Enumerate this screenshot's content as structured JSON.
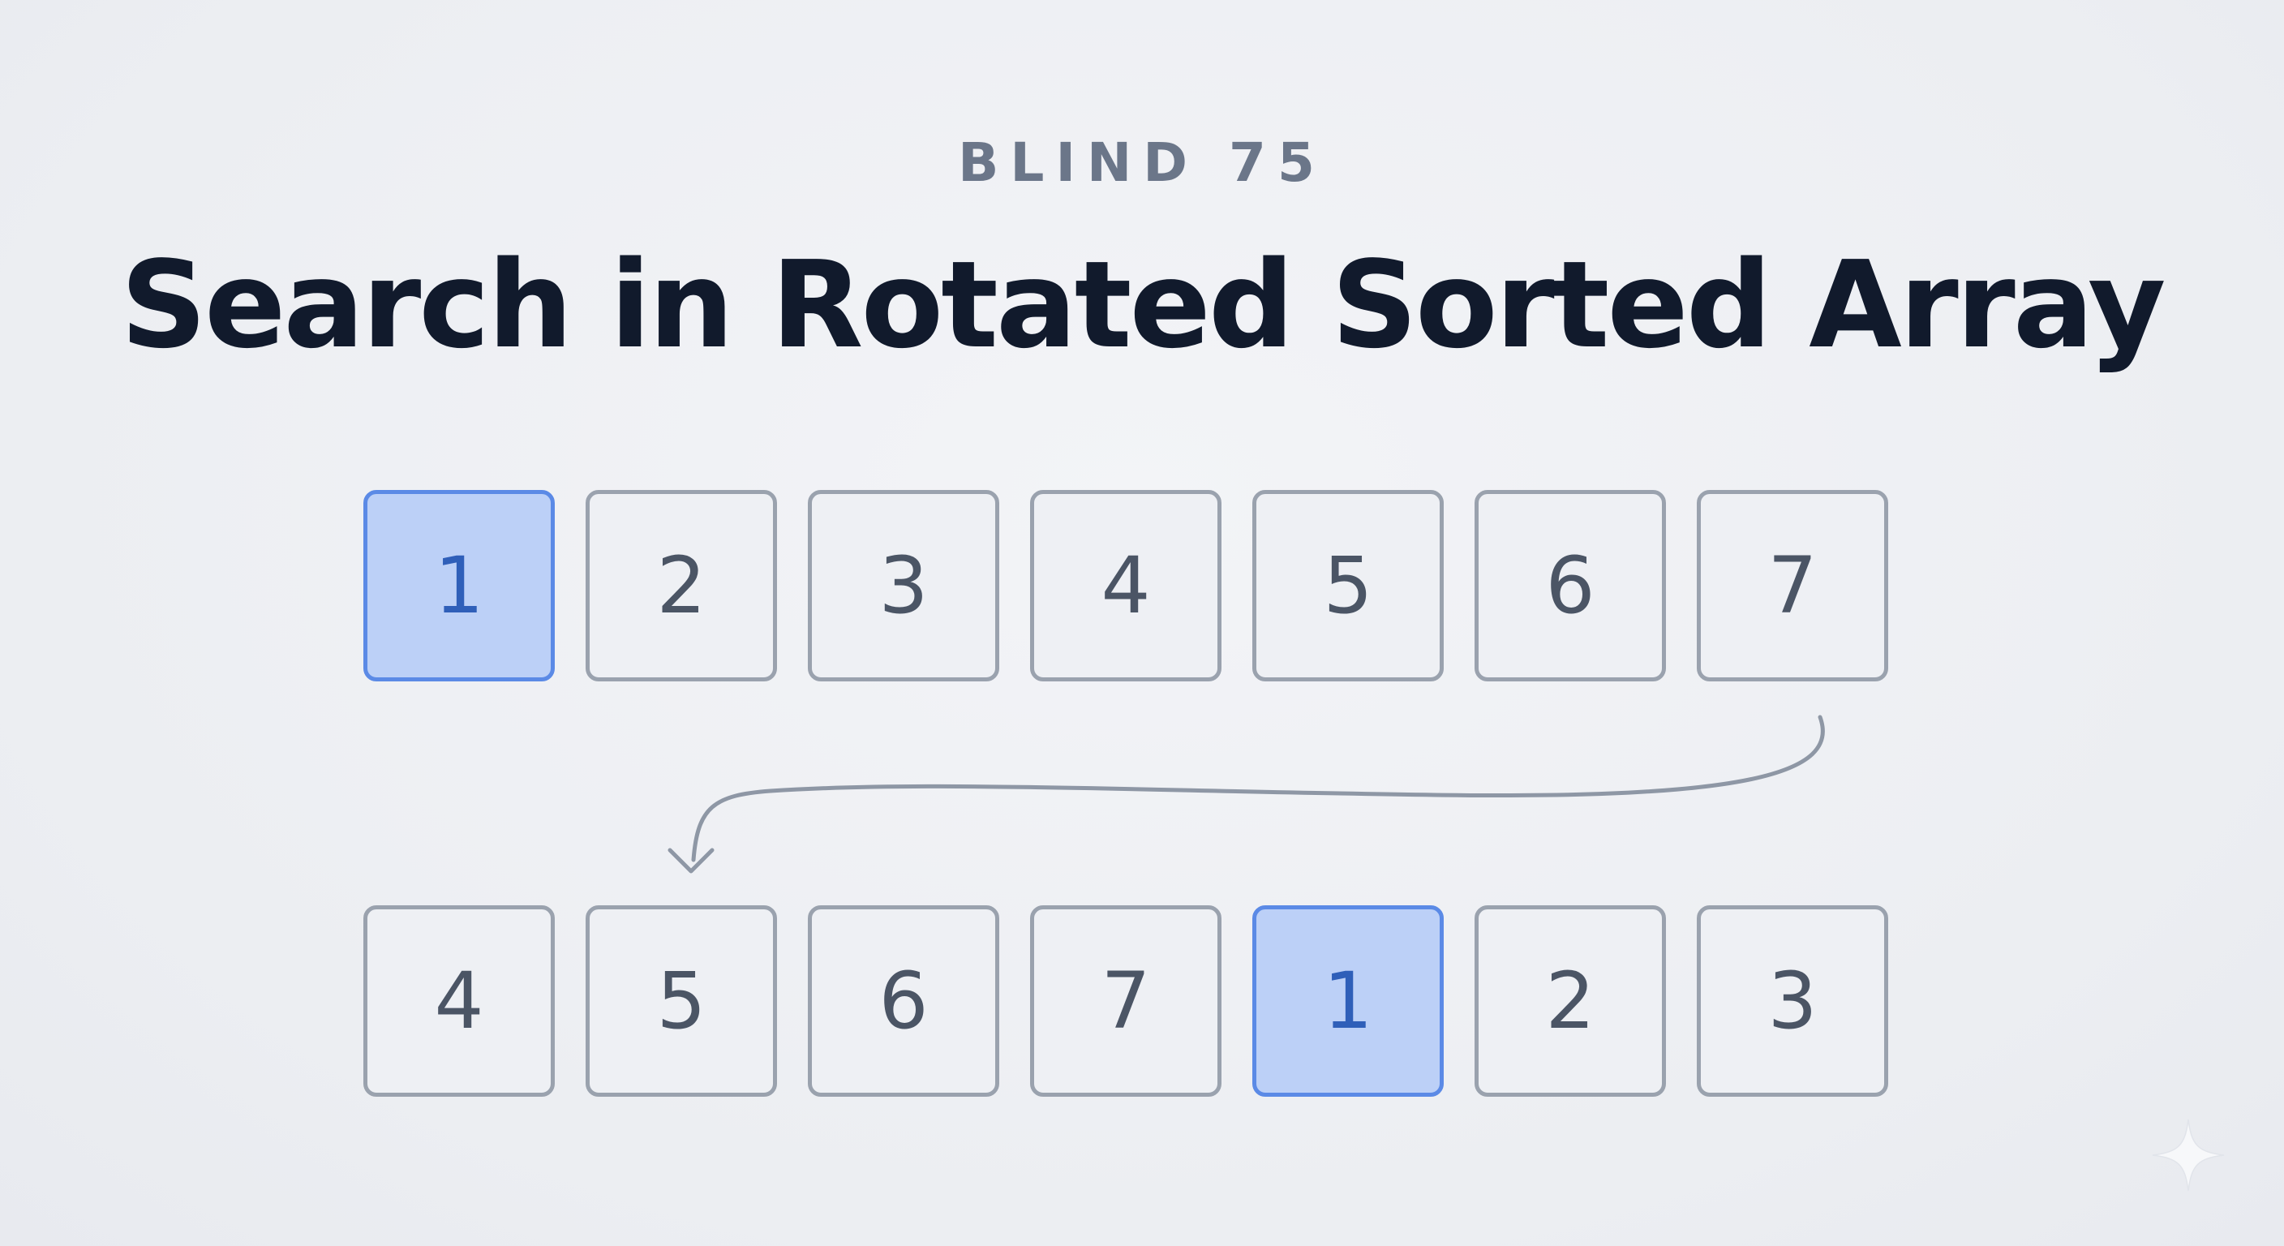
{
  "eyebrow": "BLIND 75",
  "title": "Search in Rotated Sorted Array",
  "sorted_array": {
    "values": [
      "1",
      "2",
      "3",
      "4",
      "5",
      "6",
      "7"
    ],
    "highlight_index": 0
  },
  "rotated_array": {
    "values": [
      "4",
      "5",
      "6",
      "7",
      "1",
      "2",
      "3"
    ],
    "highlight_index": 4
  },
  "colors": {
    "background": "#eef0f4",
    "highlight_fill": "#bcd0f7",
    "highlight_border": "#5b8ae6",
    "cell_border": "#9aa2ae",
    "title": "#111a2c",
    "eyebrow": "#6b7689"
  },
  "icons": {
    "rotation_arrow": "curved-arrow-icon",
    "watermark": "sparkle-icon"
  }
}
